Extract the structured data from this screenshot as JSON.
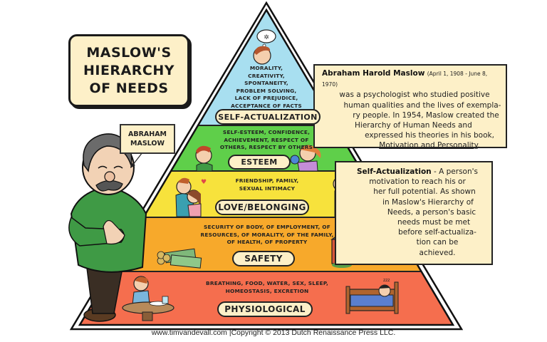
{
  "title": {
    "lines": [
      "MASLOW'S",
      "HIERARCHY",
      "OF NEEDS"
    ]
  },
  "name_tag": {
    "lines": [
      "ABRAHAM",
      "MASLOW"
    ]
  },
  "pyramid": {
    "tiers": [
      {
        "label": "SELF-ACTUALIZATION",
        "color": "#a8dff0",
        "needs": [
          "MORALITY,",
          "CREATIVITY,",
          "SPONTANEITY,",
          "PROBLEM SOLVING,",
          "LACK OF PREJUDICE,",
          "ACCEPTANCE OF FACTS"
        ]
      },
      {
        "label": "ESTEEM",
        "color": "#5fcf4a",
        "needs": [
          "SELF-ESTEEM, CONFIDENCE,",
          "ACHIEVEMENT, RESPECT OF",
          "OTHERS, RESPECT BY OTHERS"
        ]
      },
      {
        "label": "LOVE/BELONGING",
        "color": "#f7e23c",
        "needs": [
          "FRIENDSHIP, FAMILY,",
          "SEXUAL INTIMACY"
        ]
      },
      {
        "label": "SAFETY",
        "color": "#f7a92b",
        "needs": [
          "SECURITY OF BODY, OF EMPLOYMENT, OF",
          "RESOURCES, OF MORALITY, OF THE FAMILY,",
          "OF HEALTH, OF PROPERTY"
        ]
      },
      {
        "label": "PHYSIOLOGICAL",
        "color": "#f56e4e",
        "needs": [
          "BREATHING, FOOD, WATER, SEX, SLEEP,",
          "HOMEOSTASIS, EXCRETION"
        ]
      }
    ]
  },
  "info_maslow": {
    "name": "Abraham Harold Maslow",
    "dates": "(April 1, 1908 - June 8, 1970)",
    "lines": [
      "was a psychologist who studied positive",
      "human qualities and the lives of exempla-",
      "ry people. In 1954, Maslow created the",
      "Hierarchy of Human Needs and",
      "expressed his theories in his book,"
    ],
    "book": "Motivation and Personality",
    "book_end": "."
  },
  "info_selfact": {
    "term": "Self-Actualization",
    "first_line_rest": " - A person's",
    "lines": [
      "motivation to reach his or",
      "her full potential. As shown",
      "in Maslow's Hierarchy of",
      "Needs, a person's basic",
      "needs must be met",
      "before self-actualiza-",
      "tion can be",
      "achieved."
    ]
  },
  "footer": {
    "text": "www.timvandevall.com |Copyright © 2013 Dutch Renaissance Press LLC."
  },
  "colors": {
    "cream": "#fdf0c8",
    "outline": "#1a1a1a",
    "sweater": "#3f9a45"
  },
  "illustrations": {
    "maslow": "maslow-cartoon-icon",
    "thinker": "thinking-boy-icon",
    "esteem_boy": "boy-icon",
    "esteem_girl": "girl-with-flower-icon",
    "hugging": "hugging-couple-icon",
    "father_baby": "father-baby-icon",
    "money": "money-stack-icon",
    "house": "house-icon",
    "eating": "boy-eating-icon",
    "bed": "sleeping-in-bed-icon"
  }
}
